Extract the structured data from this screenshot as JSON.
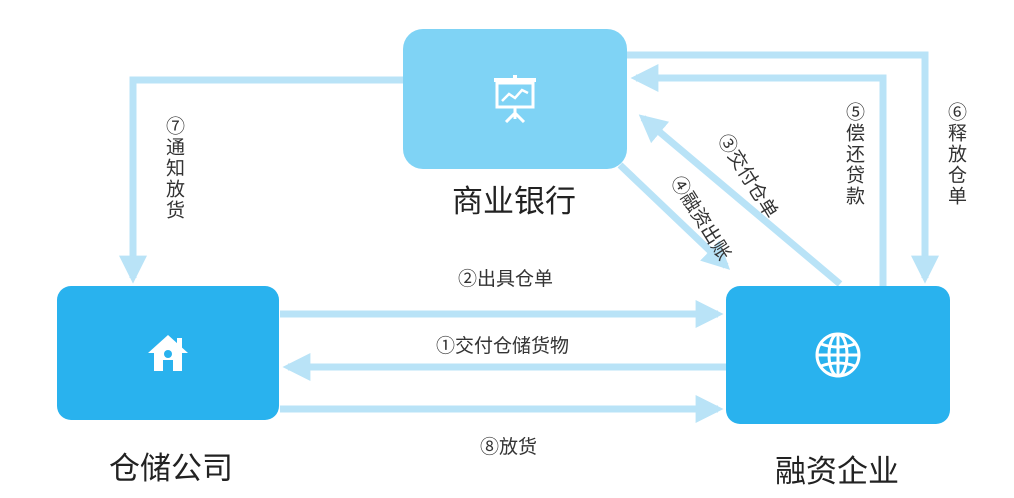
{
  "nodes": {
    "bank": {
      "label": "商业银行",
      "icon": "presentation-board-icon"
    },
    "warehouse": {
      "label": "仓储公司",
      "icon": "house-icon"
    },
    "enterprise": {
      "label": "融资企业",
      "icon": "globe-icon"
    }
  },
  "steps": {
    "s1": "①交付仓储货物",
    "s2": "②出具仓单",
    "s3": "③交付仓单",
    "s4": "④融资出账",
    "s5": "⑤偿还贷款",
    "s6": "⑥释放仓单",
    "s7": "⑦通知放货",
    "s8": "⑧放货"
  },
  "colors": {
    "bank_box": "#7fd3f5",
    "node_box": "#29b2ee",
    "arrow": "#b9e3f7",
    "icon": "#ffffff"
  }
}
